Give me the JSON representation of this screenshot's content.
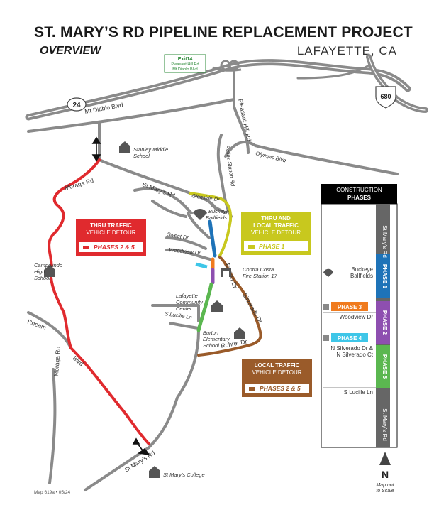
{
  "header": {
    "title": "ST. MARY’S RD PIPELINE REPLACEMENT PROJECT",
    "subtitle": "OVERVIEW",
    "city": "LAFAYETTE, CA"
  },
  "highway": {
    "route24": "24",
    "route680": "680",
    "exit_line1": "Exit14",
    "exit_line2": "Pleasant Hill Rd",
    "exit_line3": "Mt Diablo Blvd"
  },
  "roads": {
    "mt_diablo": "Mt Diablo Blvd",
    "pleasant_hill": "Pleasant Hill Rd",
    "olympic": "Olympic Blvd",
    "reliez": "Reliez Station Rd",
    "st_marys_n": "St Mary’s Rd",
    "glenside": "Glenside Dr",
    "sweet": "Sweet Dr",
    "woodview": "Woodview Dr",
    "burton": "Burton Dr",
    "silverado": "Silverado Dr",
    "s_lucille": "S Lucille Ln",
    "rohrer": "Rohrer Dr",
    "moraga_rd_n": "Moraga Rd",
    "moraga_rd_s": "Moraga Rd",
    "rheem": "Rheem",
    "blvd": "Blvd",
    "st_marys_s": "St Mary’s Rd"
  },
  "places": {
    "stanley_1": "Stanley Middle",
    "stanley_2": "School",
    "buckeye_1": "Buckeye",
    "buckeye_2": "Ballfields",
    "campolindo_1": "Campolindo",
    "campolindo_2": "High",
    "campolindo_3": "School",
    "fire_1": "Contra Costa",
    "fire_2": "Fire Station 17",
    "community_1": "Lafayette",
    "community_2": "Community",
    "community_3": "Center",
    "burton_1": "Burton",
    "burton_2": "Elementary",
    "burton_3": "School",
    "college": "St Mary’s College"
  },
  "detours": {
    "thru": {
      "line1": "THRU TRAFFIC",
      "line2": "VEHICLE DETOUR",
      "phases": "PHASES 2 & 5",
      "color": "#e02a2e"
    },
    "local_thru": {
      "line1": "THRU AND",
      "line2": "LOCAL TRAFFIC",
      "line3": "VEHICLE DETOUR",
      "phases": "PHASE 1",
      "color": "#c8c81e"
    },
    "local": {
      "line1": "LOCAL TRAFFIC",
      "line2": "VEHICLE DETOUR",
      "phases": "PHASES 2 & 5",
      "color": "#9a5b2a"
    }
  },
  "legend": {
    "head1": "CONSTRUCTION",
    "head2": "PHASES",
    "top_road": "St Mary’s Rd",
    "bottom_road": "St Mary’s Rd",
    "buckeye_1": "Buckeye",
    "buckeye_2": "Ballfields",
    "woodview": "Woodview Dr",
    "silverado_1": "N Silverado Dr &",
    "silverado_2": "N Silverado Ct",
    "lucille": "S Lucille Ln",
    "phase1": "PHASE 1",
    "phase2": "PHASE 2",
    "phase3": "PHASE 3",
    "phase4": "PHASE 4",
    "phase5": "PHASE 5",
    "phase1_color": "#1e73b8",
    "phase2_color": "#8e4fb0",
    "phase3_color": "#f07b1e",
    "phase4_color": "#3ec6e8",
    "phase5_color": "#5bb750"
  },
  "north": {
    "letter": "N",
    "note1": "Map not",
    "note2": "to Scale"
  },
  "footer": "Map 619a  •  05/24"
}
